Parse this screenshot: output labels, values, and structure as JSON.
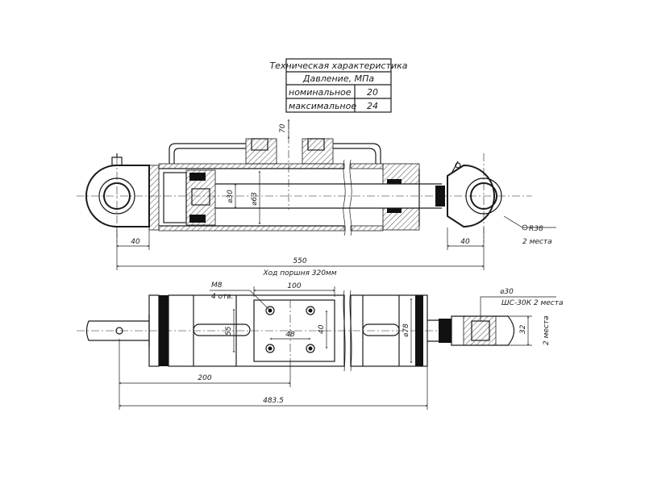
{
  "spec_table": {
    "title": "Техническая характеристика",
    "header": "Давление, МПа",
    "rows": [
      {
        "label": "номинальное",
        "value": "20"
      },
      {
        "label": "максимальное",
        "value": "24"
      }
    ]
  },
  "dimensions_top": {
    "d70": "70",
    "d30": "⌀30",
    "d63": "⌀63",
    "left40": "40",
    "right40": "40",
    "overall550": "550",
    "stroke": "Ход поршня 320мм",
    "radius": "R38",
    "radius_note": "2 места"
  },
  "dimensions_bottom": {
    "thread": "M8",
    "thread_note": "4 отв.",
    "d100": "100",
    "d55": "55",
    "d48": "48",
    "d40": "40",
    "d78": "⌀78",
    "d200": "200",
    "d4835": "483.5",
    "pin": "⌀30",
    "bearing": "ШС-30К 2 места",
    "d32": "32",
    "d32_note": "2 места"
  }
}
